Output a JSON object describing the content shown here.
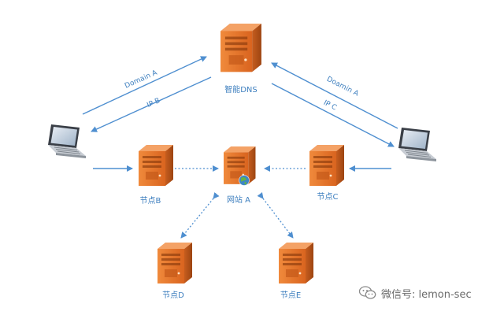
{
  "nodes": {
    "dns": {
      "label": "智能DNS"
    },
    "website": {
      "label": "网站 A"
    },
    "node_b": {
      "label": "节点B"
    },
    "node_c": {
      "label": "节点C"
    },
    "node_d": {
      "label": "节点D"
    },
    "node_e": {
      "label": "节点E"
    }
  },
  "edges": {
    "left_request": "Domain A",
    "left_response": "IP B",
    "right_request": "Doamin A",
    "right_response": "IP C"
  },
  "watermark": {
    "text": "微信号: lemon-sec"
  },
  "colors": {
    "line": "#4f8fd0",
    "label": "#3e7fbf",
    "server_front": "#e8742a",
    "server_side": "#b4531a",
    "server_top": "#f4a266"
  }
}
